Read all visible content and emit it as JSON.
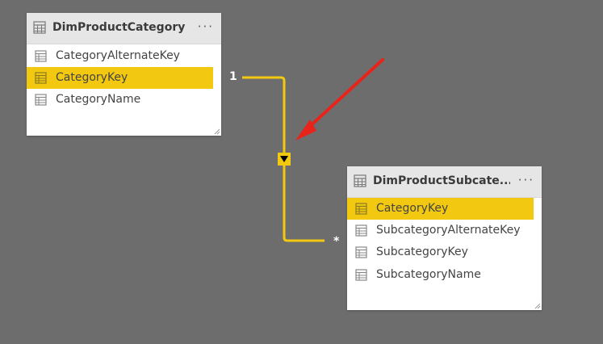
{
  "tables": [
    {
      "title": "DimProductCategory",
      "menu": "···",
      "fields": [
        {
          "label": "CategoryAlternateKey",
          "selected": false
        },
        {
          "label": "CategoryKey",
          "selected": true
        },
        {
          "label": "CategoryName",
          "selected": false
        }
      ]
    },
    {
      "title": "DimProductSubcate...",
      "menu": "···",
      "fields": [
        {
          "label": "CategoryKey",
          "selected": true
        },
        {
          "label": "SubcategoryAlternateKey",
          "selected": false
        },
        {
          "label": "SubcategoryKey",
          "selected": false
        },
        {
          "label": "SubcategoryName",
          "selected": false
        }
      ]
    }
  ],
  "relationship": {
    "from_cardinality": "1",
    "to_cardinality": "*",
    "filter_direction_icon": "triangle-down-icon",
    "line_color": "#f2c811"
  },
  "annotation": {
    "arrow_color": "#e8231a",
    "icon": "red-arrow-icon"
  },
  "colors": {
    "canvas": "#6d6d6d",
    "selected": "#f2c811",
    "header": "#e6e6e6"
  }
}
